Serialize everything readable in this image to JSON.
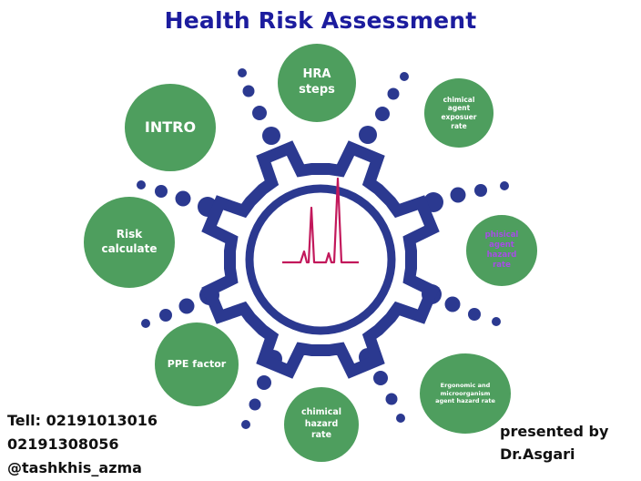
{
  "slide": {
    "title": "Health Risk Assessment"
  },
  "colors": {
    "title": "#1c1c9e",
    "node_fill": "#4e9e5e",
    "gear": "#2b3990",
    "dots": "#2b3990",
    "peaks": "#c2185b",
    "accent_text": "#a64de6"
  },
  "nodes": {
    "hra_steps": "HRA steps",
    "intro": "INTRO",
    "chemical_exposure": "chimical agent exposuer rate",
    "risk_calculate": "Risk calculate",
    "physical_hazard": "phisical agent hazard rate",
    "ppe_factor": "PPE factor",
    "ergonomic_hazard": "Ergonomic and microorganism agent hazard rate",
    "chemical_hazard": "chimical hazard rate"
  },
  "contact": {
    "phone_line1": "Tell: 02191013016",
    "phone_line2": "02191308056",
    "handle": "@tashkhis_azma"
  },
  "presenter": {
    "line1": "presented by",
    "line2": "Dr.Asgari"
  }
}
